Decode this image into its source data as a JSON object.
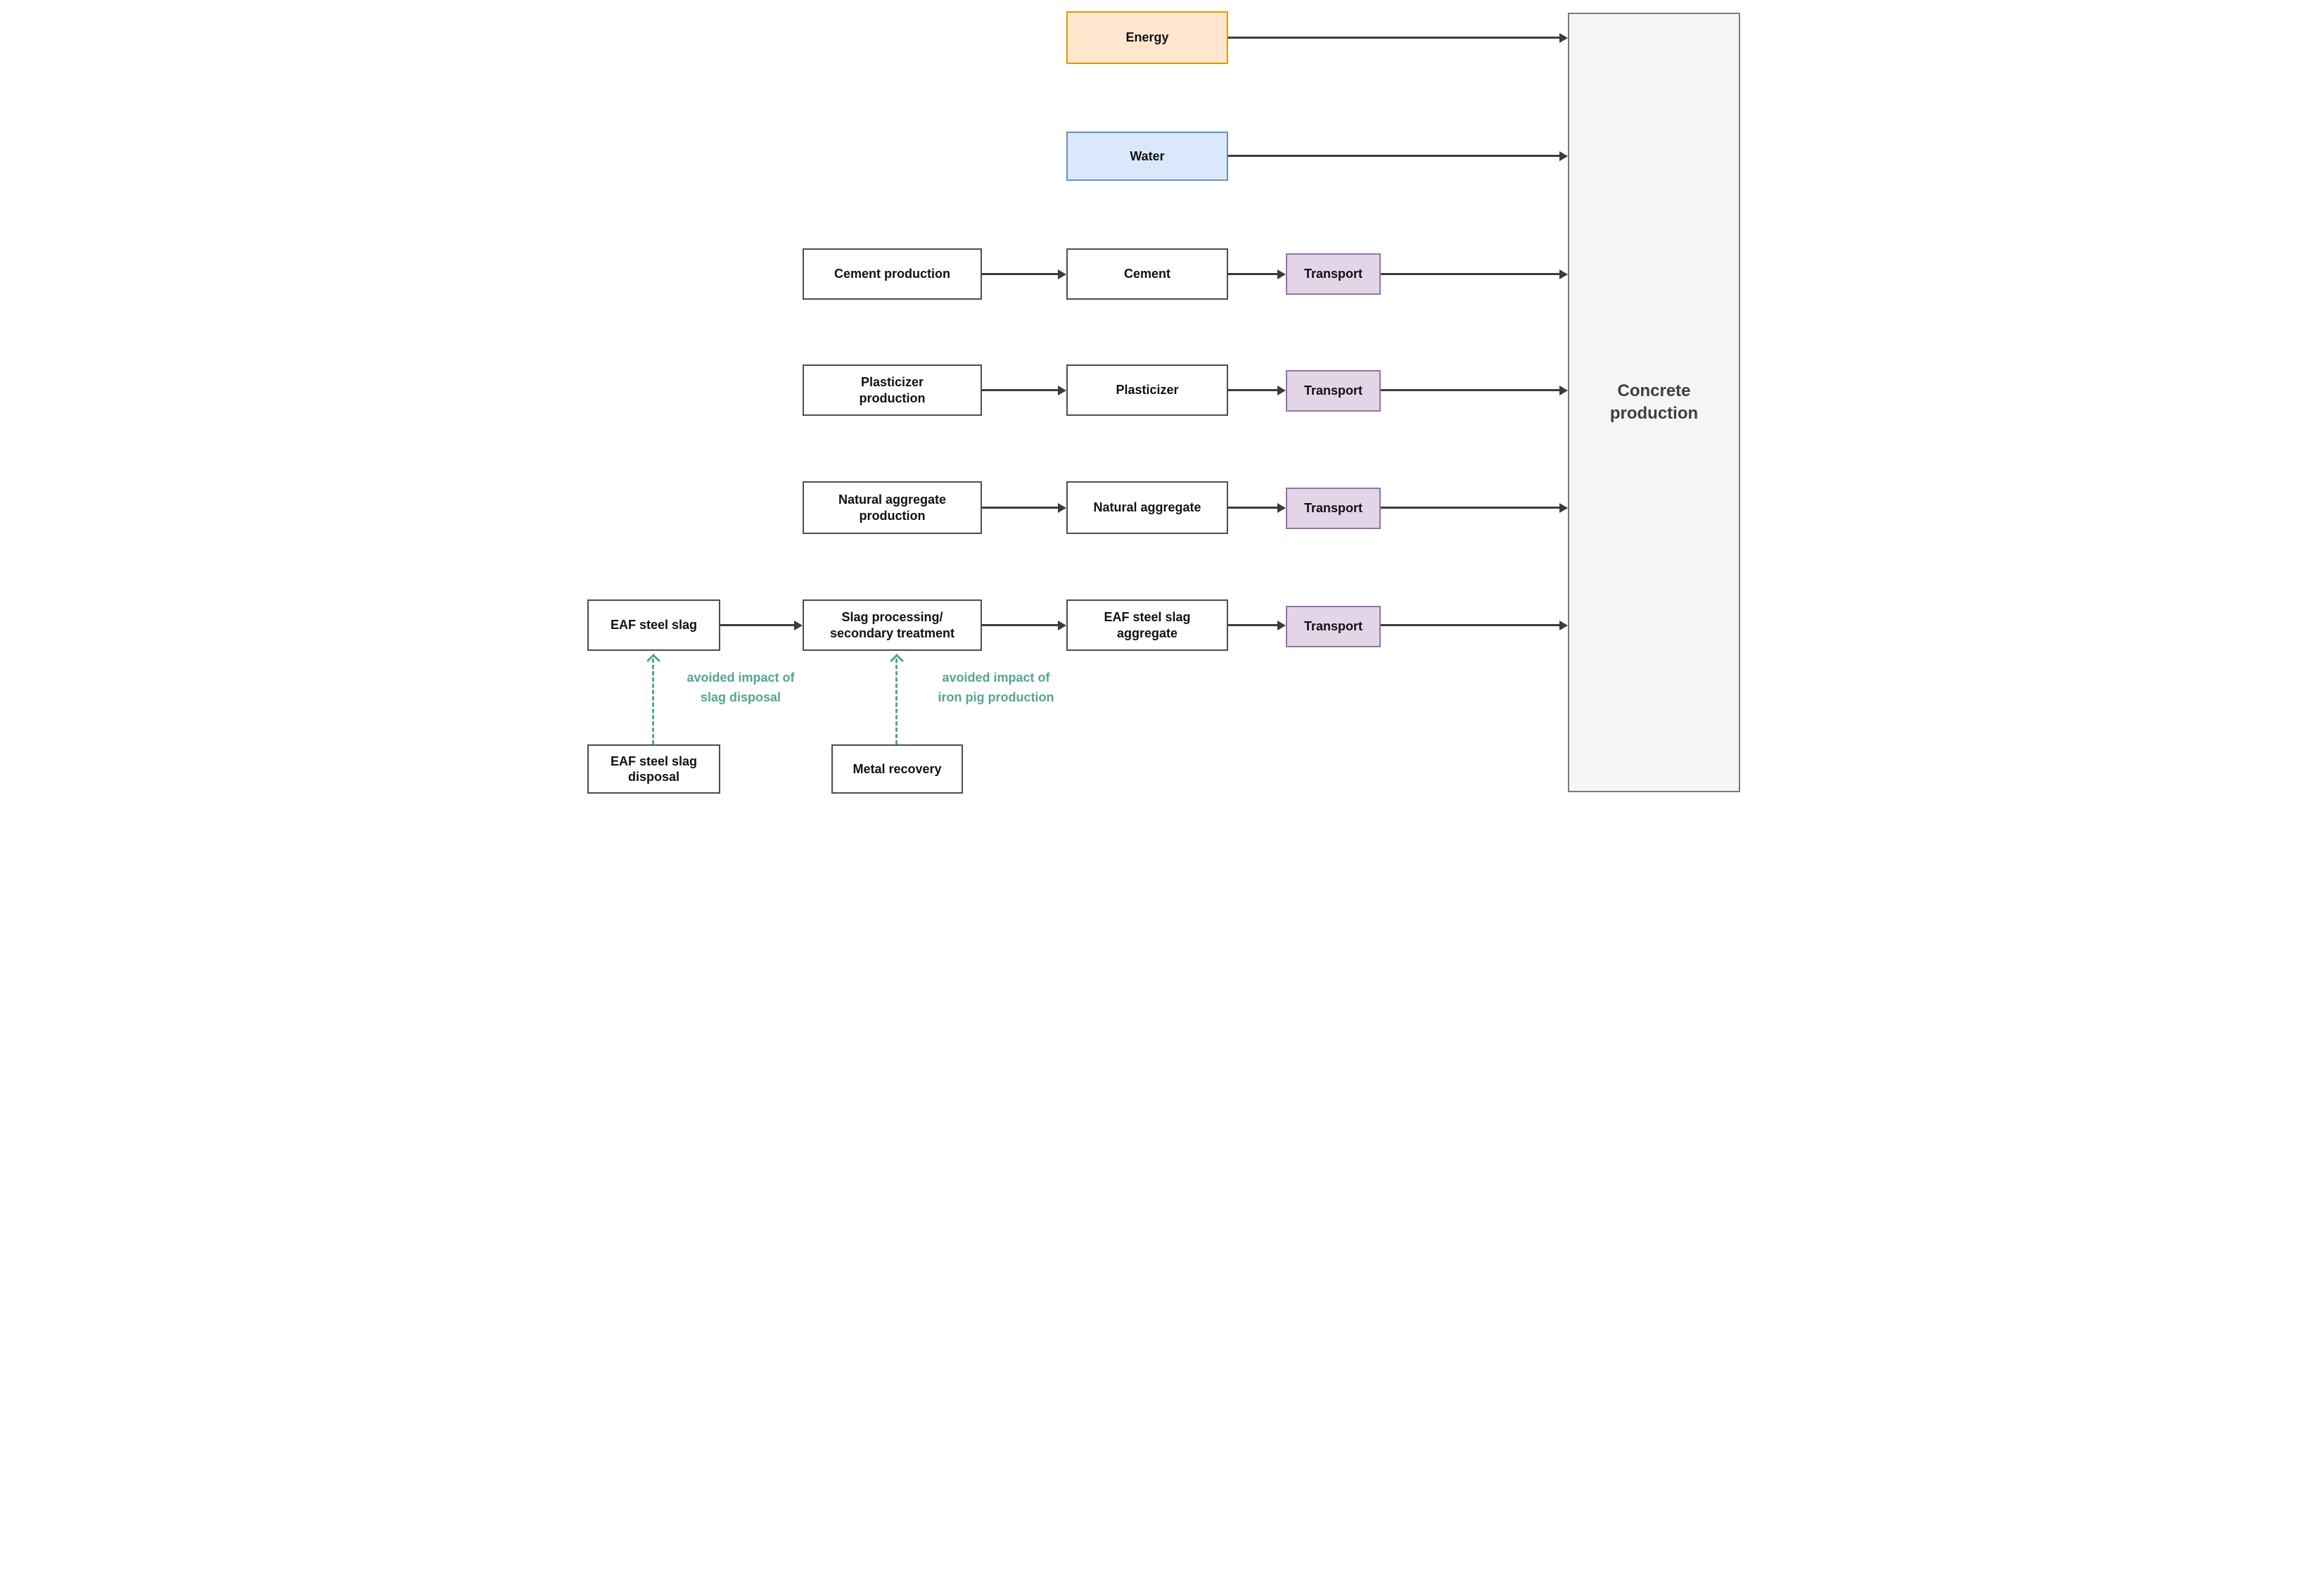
{
  "diagram": {
    "description": "Concrete production system flow diagram",
    "nodes": {
      "energy": {
        "label": "Energy"
      },
      "water": {
        "label": "Water"
      },
      "cement_production": {
        "label": "Cement production"
      },
      "cement": {
        "label": "Cement"
      },
      "transport_cement": {
        "label": "Transport"
      },
      "plasticizer_production": {
        "label": "Plasticizer\nproduction"
      },
      "plasticizer": {
        "label": "Plasticizer"
      },
      "transport_plasticizer": {
        "label": "Transport"
      },
      "natural_aggregate_production": {
        "label": "Natural aggregate\nproduction"
      },
      "natural_aggregate": {
        "label": "Natural aggregate"
      },
      "transport_natural_aggregate": {
        "label": "Transport"
      },
      "eaf_steel_slag": {
        "label": "EAF steel slag"
      },
      "slag_processing": {
        "label": "Slag processing/\nsecondary treatment"
      },
      "eaf_steel_slag_aggregate": {
        "label": "EAF steel slag\naggregate"
      },
      "transport_eaf_aggregate": {
        "label": "Transport"
      },
      "concrete_production": {
        "label": "Concrete\nproduction"
      },
      "eaf_steel_slag_disposal": {
        "label": "EAF steel slag\ndisposal"
      },
      "metal_recovery": {
        "label": "Metal recovery"
      }
    },
    "annotations": {
      "avoided_slag_disposal": {
        "label": "avoided impact of\nslag disposal"
      },
      "avoided_iron_pig": {
        "label": "avoided impact of\niron pig production"
      }
    },
    "colors": {
      "energy_fill": "#ffe6cc",
      "energy_border": "#d79b00",
      "water_fill": "#dae8fc",
      "water_border": "#6c8ebf",
      "transport_fill": "#e1d5e7",
      "transport_border": "#9673a6",
      "process_border": "#4d4d4d",
      "concrete_fill": "#f5f5f5",
      "concrete_border": "#7a7a7a",
      "arrow": "#3b3b3b",
      "avoided": "#55a492"
    }
  }
}
